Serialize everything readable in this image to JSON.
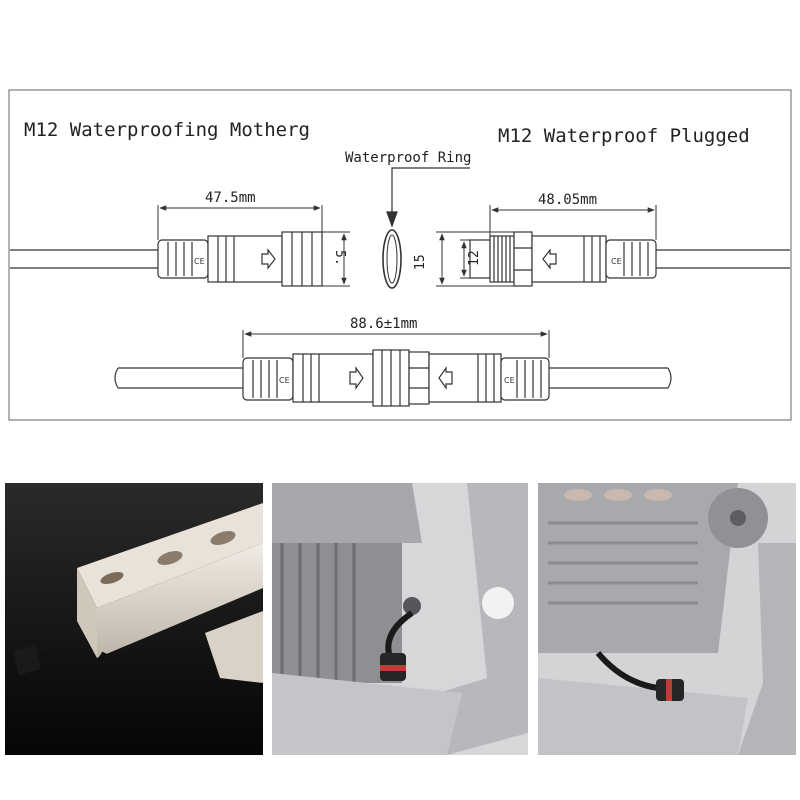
{
  "diagram": {
    "left_title": "M12 Waterproofing Motherg",
    "right_title": "M12 Waterproof Plugged",
    "ring_label": "Waterproof Ring",
    "dim_female_length": "47.5mm",
    "dim_female_height": "5.",
    "dim_male_length": "48.05mm",
    "dim_male_outer": "15",
    "dim_male_thread": "12",
    "dim_assembled_length": "88.6±1mm"
  },
  "colors": {
    "line": "#333333",
    "connector_fill": "#ffffff",
    "photo_bg_dark": "#0d0d0d",
    "housing_gray": "#9a9ca0",
    "seal_red": "#c43a3a"
  },
  "photos": [
    {
      "name": "led-wall-washer-photo"
    },
    {
      "name": "fixture-connector-closeup-photo-1"
    },
    {
      "name": "fixture-connector-closeup-photo-2"
    }
  ]
}
